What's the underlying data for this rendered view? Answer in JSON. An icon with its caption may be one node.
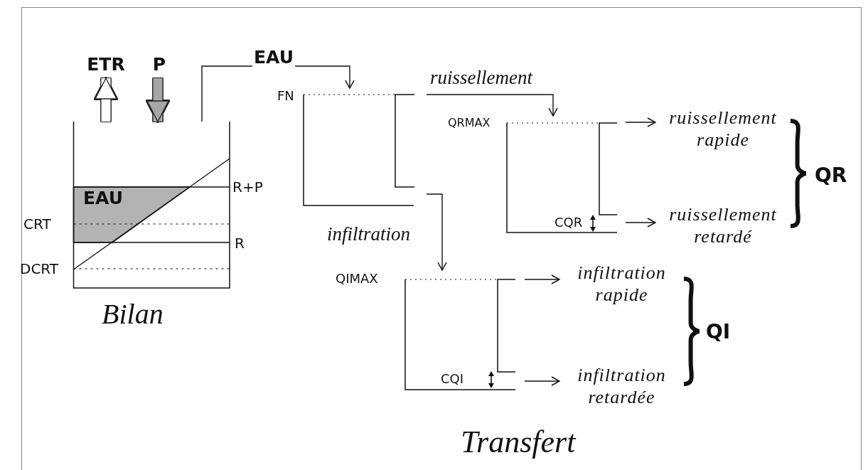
{
  "diagram": {
    "nodes": [
      {
        "text": [
          "ETR"
        ]
      },
      {
        "text": [
          "P"
        ]
      },
      {
        "text": [],
        "shape": "box",
        "beside": [
          "Bilan"
        ]
      },
      {
        "text": [
          "FN"
        ]
      },
      {
        "text": [
          "QRMAX"
        ]
      },
      {
        "text": [
          "ruissellement rapide"
        ]
      },
      {
        "text": [
          "ruissellement retardé"
        ]
      },
      {
        "text": [
          "QIMAX"
        ]
      },
      {
        "text": [
          "infiltration rapide"
        ]
      },
      {
        "text": [
          "infiltration retardée"
        ]
      }
    ],
    "edges": [
      {
        "from": 2,
        "to": 0,
        "arrow": "to",
        "style": "thick",
        "color": "#ffffff"
      },
      {
        "from": 1,
        "to": 2,
        "arrow": "to",
        "style": "thick",
        "color": "#a6a6a6"
      },
      {
        "from": 2,
        "to": 3,
        "arrow": "to",
        "label": "EAU"
      },
      {
        "from": 3,
        "to": 4,
        "arrow": "to",
        "label": "ruissellement"
      },
      {
        "from": 3,
        "to": 7,
        "arrow": "to",
        "label": "infiltration"
      },
      {
        "from": 4,
        "to": 5,
        "arrow": "to"
      },
      {
        "from": 4,
        "to": 6,
        "arrow": "to"
      },
      {
        "from": 7,
        "to": 8,
        "arrow": "to"
      },
      {
        "from": 7,
        "to": 9,
        "arrow": "to"
      }
    ],
    "labels": [
      "EAU",
      "CRT",
      "R+P",
      "R",
      "DCRT",
      "CQR",
      "QR",
      "CQI",
      "QI",
      "Transfert"
    ]
  }
}
